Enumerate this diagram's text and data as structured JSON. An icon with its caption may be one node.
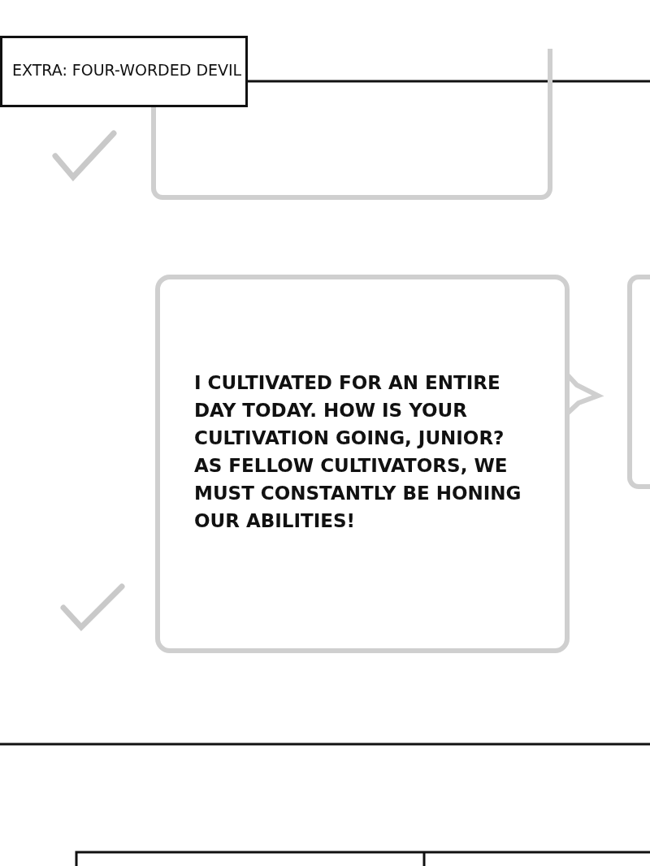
{
  "diagram": {
    "nodes": [
      {
        "text": [
          "EXTRA: FOUR-WORDED DEVIL"
        ]
      },
      {
        "text": [],
        "shape": "box"
      },
      {
        "text": [
          "I CULTIVATED FOR AN ENTIRE DAY TODAY. HOW IS YOUR CULTIVATION GOING, JUNIOR? AS FELLOW CULTIVATORS, WE MUST CONSTANTLY BE HONING OUR ABILITIES!"
        ]
      },
      {
        "text": [],
        "shape": "box"
      }
    ]
  }
}
